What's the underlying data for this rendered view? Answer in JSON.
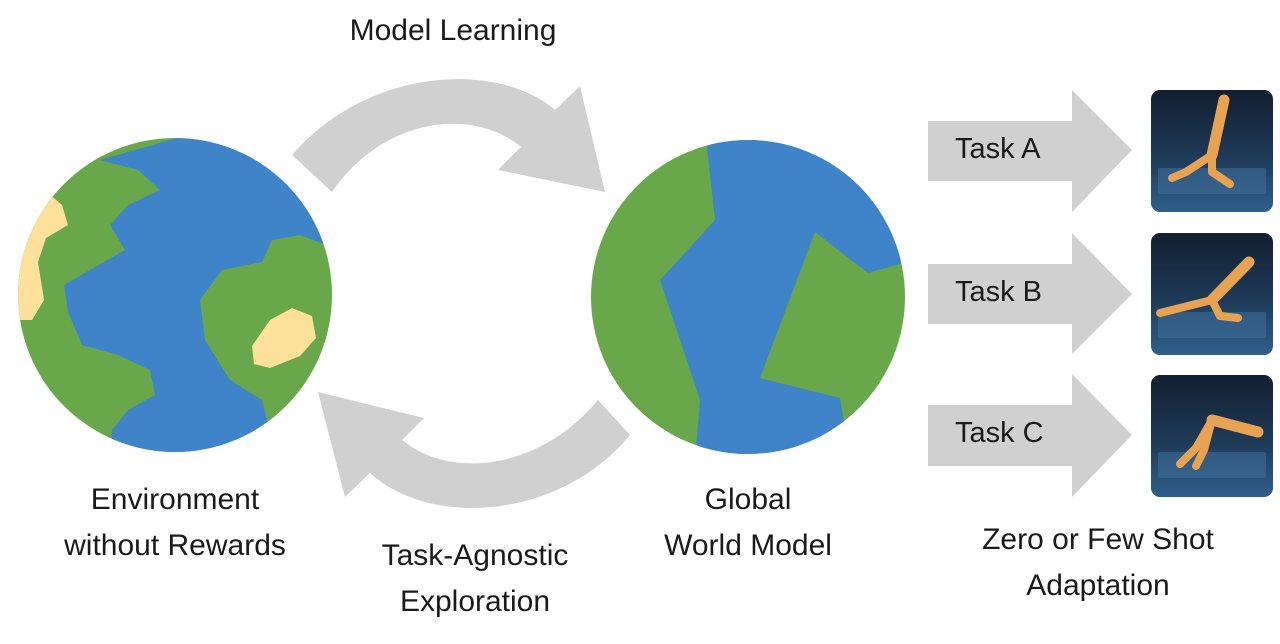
{
  "labels": {
    "model_learning": "Model Learning",
    "environment": [
      "Environment",
      "without Rewards"
    ],
    "exploration": [
      "Task-Agnostic",
      "Exploration"
    ],
    "world_model": [
      "Global",
      "World Model"
    ],
    "adaptation": [
      "Zero or Few Shot",
      "Adaptation"
    ]
  },
  "tasks": [
    {
      "label": "Task A"
    },
    {
      "label": "Task B"
    },
    {
      "label": "Task C"
    }
  ],
  "colors": {
    "ocean": "#3F84C8",
    "land": "#69A74B",
    "sand": "#FDE099",
    "arrow": "#D0D0D0",
    "panel_dark": "#17293d",
    "panel_light": "#3a6a96",
    "robot": "#E8A352"
  }
}
